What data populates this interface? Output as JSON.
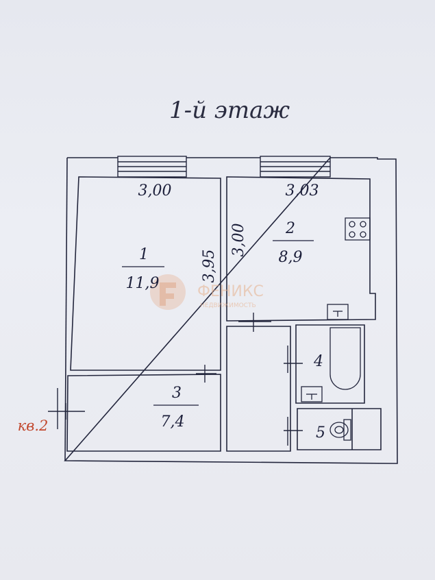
{
  "title": "1-й этаж",
  "dimensions": {
    "room1_width": "3,00",
    "room1_length": "3,95",
    "room2_width": "3,03",
    "room2_length": "3,00"
  },
  "rooms": {
    "room1": {
      "number": "1",
      "area": "11,9"
    },
    "room2": {
      "number": "2",
      "area": "8,9"
    },
    "room3": {
      "number": "3",
      "area": "7,4"
    },
    "room4": {
      "number": "4"
    },
    "room5": {
      "number": "5"
    }
  },
  "neighbor_label": "кв.2",
  "watermark": {
    "name": "ФЕНИКС",
    "sub": "НЕДВИЖИМОСТЬ"
  }
}
